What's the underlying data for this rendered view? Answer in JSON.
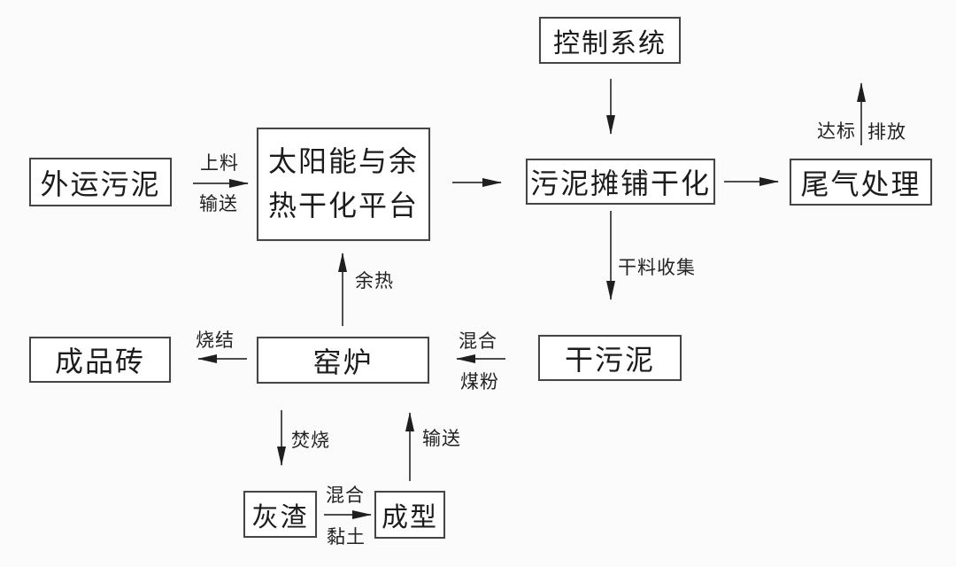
{
  "diagram": {
    "type": "flowchart",
    "description_language": "zh",
    "nodes": {
      "external_sludge": {
        "label": "外运污泥"
      },
      "solar_platform": {
        "label": "太阳能与余热干化平台"
      },
      "control_system": {
        "label": "控制系统"
      },
      "sludge_spreading": {
        "label": "污泥摊铺干化"
      },
      "tail_gas": {
        "label": "尾气处理"
      },
      "dry_sludge": {
        "label": "干污泥"
      },
      "kiln": {
        "label": "窑炉"
      },
      "finished_brick": {
        "label": "成品砖"
      },
      "ash_residue": {
        "label": "灰渣"
      },
      "molding": {
        "label": "成型"
      }
    },
    "edge_labels": {
      "feeding": "上料",
      "conveying_feed": "输送",
      "standard_met": "达标",
      "discharge": "排放",
      "dry_material_collection": "干料收集",
      "mixing_coal": "混合",
      "coal_powder": "煤粉",
      "waste_heat": "余热",
      "sintering": "烧结",
      "incineration": "焚烧",
      "mixing_clay": "混合",
      "clay": "黏土",
      "conveying_return": "输送"
    },
    "colors": {
      "background": "#fbfbfb",
      "box_fill": "#ffffff",
      "box_border": "#454545",
      "line": "#333333",
      "text": "#1c1c1c"
    }
  }
}
